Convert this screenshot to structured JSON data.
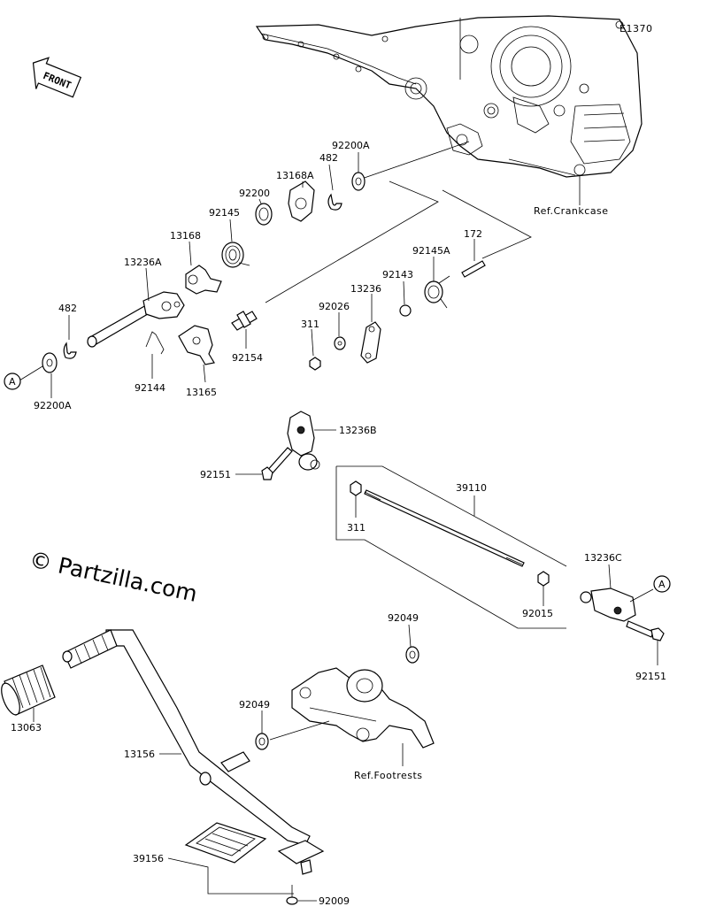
{
  "diagram_code": "E1370",
  "front_label": "FRONT",
  "watermark": "© Partzilla.com",
  "refs": {
    "crankcase": "Ref.Crankcase",
    "footrests": "Ref.Footrests"
  },
  "callout_a": "A",
  "parts": {
    "p92200A_top": "92200A",
    "p482_top": "482",
    "p13168A": "13168A",
    "p92200": "92200",
    "p92145": "92145",
    "p13168": "13168",
    "p13236A": "13236A",
    "p482_left": "482",
    "p92200A_left": "92200A",
    "p92144": "92144",
    "p13165": "13165",
    "p92154": "92154",
    "p172": "172",
    "p92145A": "92145A",
    "p92143": "92143",
    "p13236": "13236",
    "p92026": "92026",
    "p311_top": "311",
    "p13236B": "13236B",
    "p92151_left": "92151",
    "p39110": "39110",
    "p311_mid": "311",
    "p13236C": "13236C",
    "p92015": "92015",
    "p92151_right": "92151",
    "p92049_top": "92049",
    "p92049_mid": "92049",
    "p13063": "13063",
    "p13156": "13156",
    "p39156": "39156",
    "p92009": "92009"
  }
}
